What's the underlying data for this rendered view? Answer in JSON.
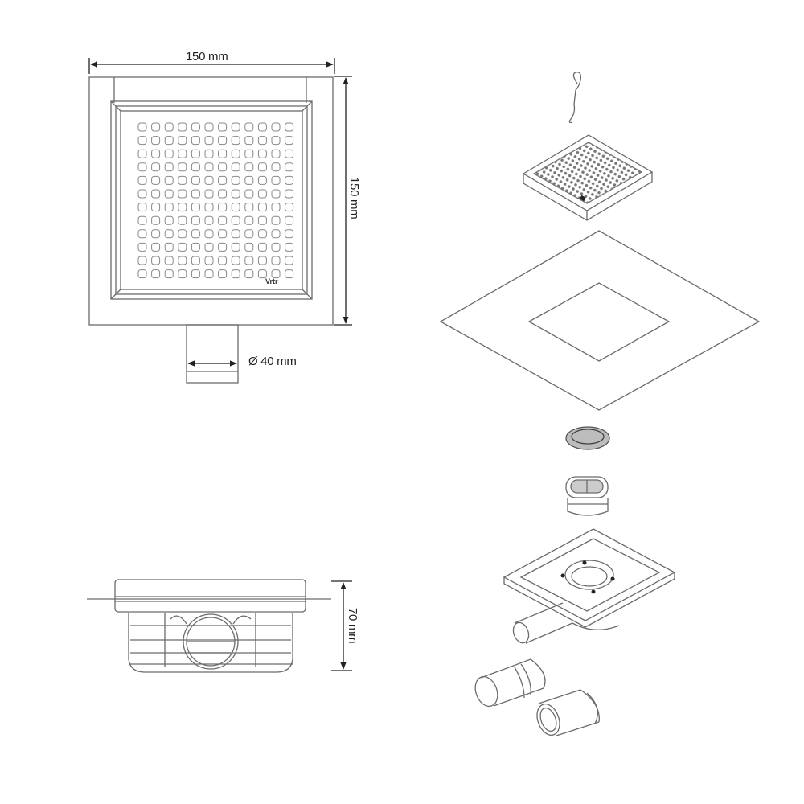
{
  "diagram": {
    "type": "technical-drawing",
    "subject": "square floor drain with grate",
    "stroke_color": "#6b6b6b",
    "dark_color": "#222222",
    "background": "#ffffff",
    "views": {
      "top_view": {
        "width_label": "150 mm",
        "height_label": "150 mm",
        "outlet_label": "Ø 40 mm",
        "grate_pattern": {
          "rows": 12,
          "cols": 12,
          "hole_shape": "rounded-square"
        },
        "logo_text": "Vrtr"
      },
      "side_view": {
        "height_label": "70 mm"
      },
      "exploded_view": {
        "parts": [
          "grate-lifting-hook",
          "square-grate",
          "waterproofing-membrane",
          "hair-strainer",
          "odour-trap",
          "drain-body-with-outlet",
          "outlet-pipe-adapter-long",
          "outlet-pipe-adapter-short"
        ]
      }
    }
  }
}
